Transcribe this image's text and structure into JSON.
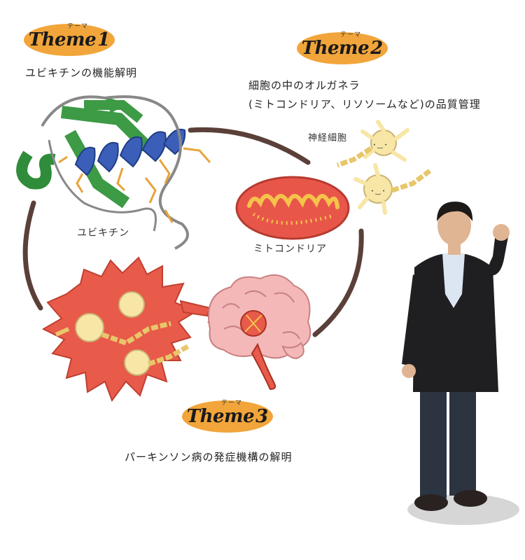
{
  "themes": [
    {
      "word": "Theme",
      "num": "1",
      "ruby": "テーマ",
      "title": "ユビキチンの機能解明"
    },
    {
      "word": "Theme",
      "num": "2",
      "ruby": "テーマ",
      "title_line1": "細胞の中のオルガネラ",
      "title_line2": "(ミトコンドリア、リソソームなど)の品質管理"
    },
    {
      "word": "Theme",
      "num": "3",
      "ruby": "テーマ",
      "title": "パーキンソン病の発症機構の解明"
    }
  ],
  "captions": {
    "ubiquitin": "ユビキチン",
    "mitochondria": "ミトコンドリア",
    "neuron": "神経細胞"
  },
  "colors": {
    "badge": "#f2a53a",
    "cycle_line": "#5a4038",
    "helix": "#3b5fb8",
    "sheet": "#3d9a45",
    "mito": "#e8564a",
    "starburst": "#e85a4a",
    "neuron": "#f7e6a6",
    "brain": "#f4b8b8"
  }
}
